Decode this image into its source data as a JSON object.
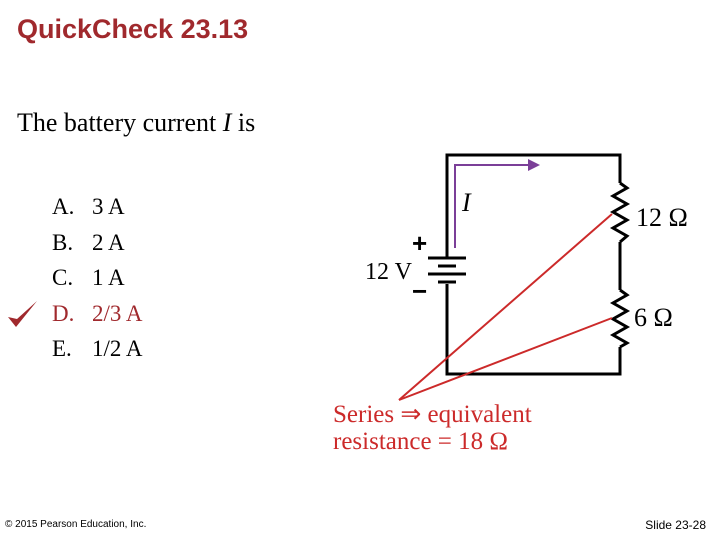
{
  "slide": {
    "title": "QuickCheck 23.13",
    "question_prefix": "The battery current ",
    "question_var": "I",
    "question_suffix": " is"
  },
  "options": [
    {
      "letter": "A.",
      "text": "3 A",
      "correct": false
    },
    {
      "letter": "B.",
      "text": "2 A",
      "correct": false
    },
    {
      "letter": "C.",
      "text": "1 A",
      "correct": false
    },
    {
      "letter": "D.",
      "text": "2/3 A",
      "correct": true
    },
    {
      "letter": "E.",
      "text": "1/2 A",
      "correct": false
    }
  ],
  "circuit": {
    "current_label": "I",
    "battery_label": "12 V",
    "plus": "+",
    "minus": "−",
    "resistor_top": "12 Ω",
    "resistor_bottom": "6 Ω",
    "wire_color": "#000000",
    "current_arrow_color": "#7b3f98",
    "annotation_color": "#cc2a2a"
  },
  "annotation": {
    "line1": "Series ⇒ equivalent",
    "line2": "resistance = 18 Ω"
  },
  "footer": {
    "copyright": "© 2015 Pearson Education, Inc.",
    "slide_number": "Slide 23-28"
  }
}
